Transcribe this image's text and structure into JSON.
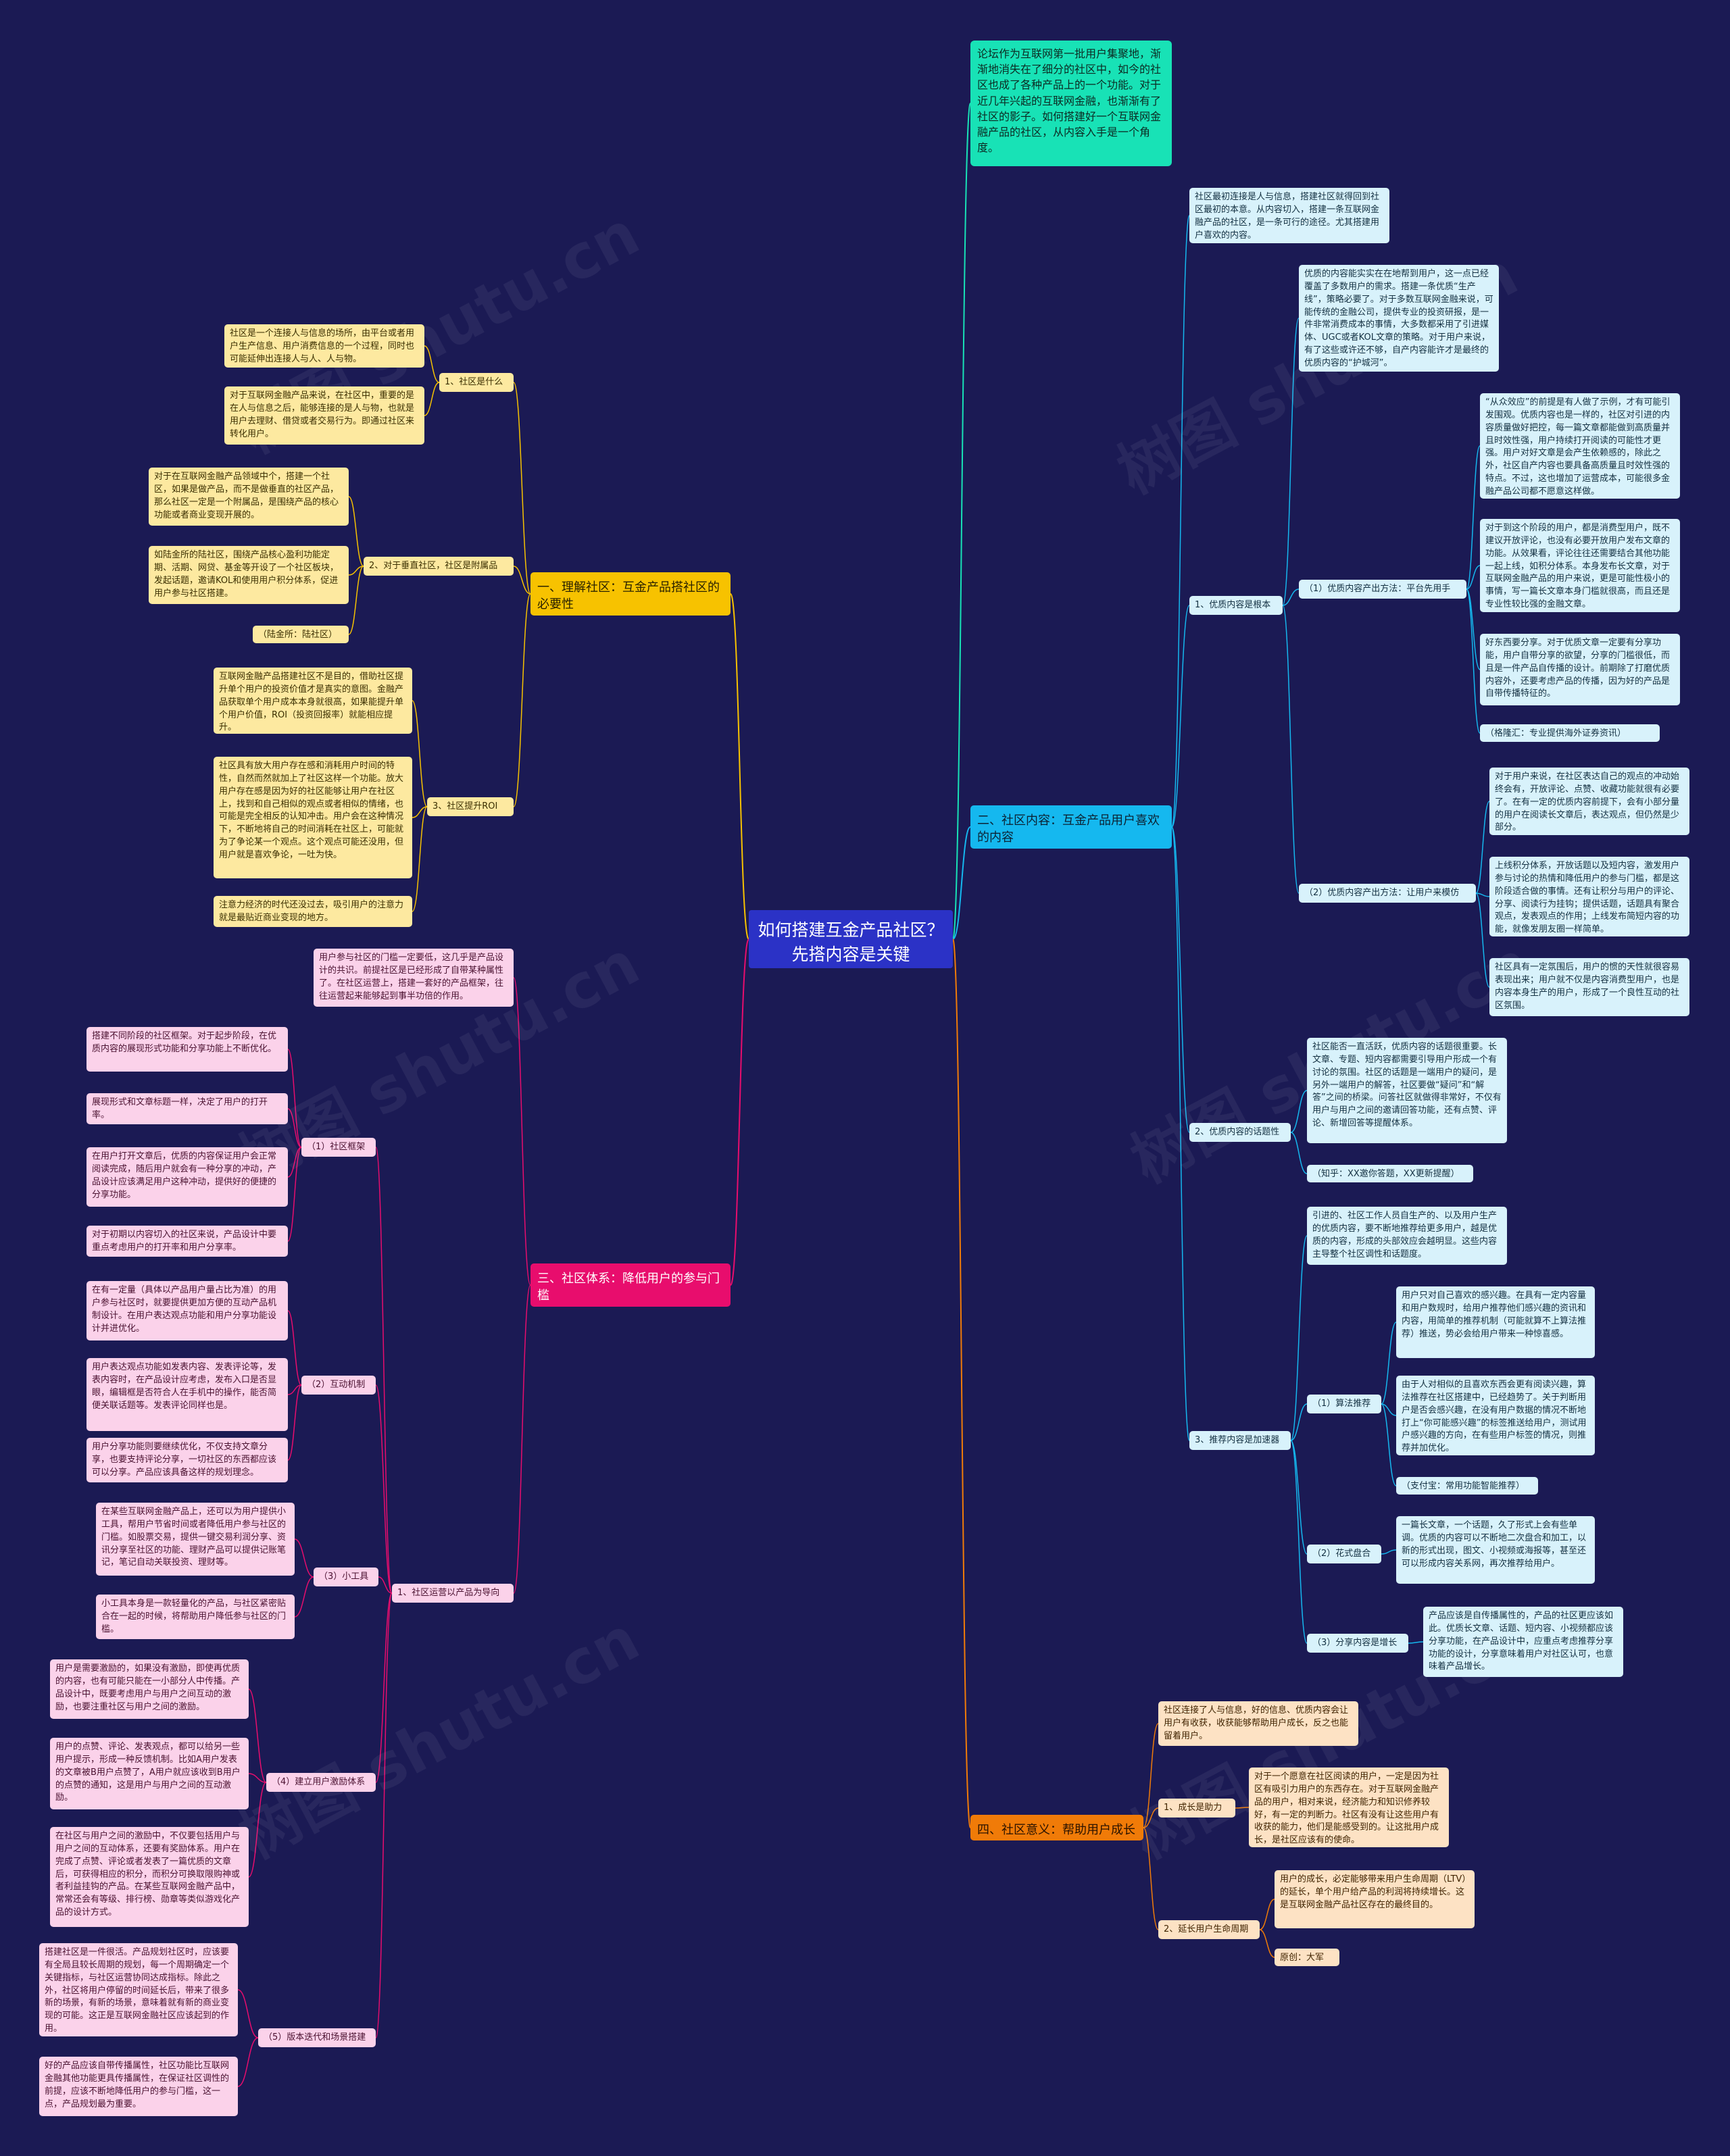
{
  "root": {
    "title": "如何搭建互金产品社区？先搭内容是关键"
  },
  "colors": {
    "background": "#1b1a54",
    "root": "#2b32c6",
    "branch1": "#f7c200",
    "branch2": "#15b8ef",
    "branch3": "#e80d6d",
    "branch4": "#f07b08",
    "intro": "#18e2b6"
  },
  "watermark": "树图 shutu.cn",
  "branches": {
    "intro": "论坛作为互联网第一批用户集聚地，渐渐地消失在了细分的社区中，如今的社区也成了各种产品上的一个功能。对于近几年兴起的互联网金融，也渐渐有了社区的影子。如何搭建好一个互联网金融产品的社区，从内容入手是一个角度。",
    "b1": {
      "title": "一、理解社区：互金产品搭社区的必要性",
      "s1": {
        "title": "1、社区是什么",
        "t1": "社区是一个连接人与信息的场所，由平台或者用户生产信息、用户消费信息的一个过程，同时也可能延伸出连接人与人、人与物。",
        "t2": "对于互联网金融产品来说，在社区中，重要的是在人与信息之后，能够连接的是人与物，也就是用户去理财、借贷或者交易行为。即通过社区来转化用户。"
      },
      "s2": {
        "title": "2、对于垂直社区，社区是附属品",
        "t1": "对于在互联网金融产品领域中个，搭建一个社区，如果是做产品，而不是做垂直的社区产品，那么社区一定是一个附属品，是围绕产品的核心功能或者商业变现开展的。",
        "t2": "如陆金所的陆社区，围绕产品核心盈利功能定期、活期、网贷、基金等开设了一个社区板块，发起话题，邀请KOL和使用用户积分体系，促进用户参与社区搭建。",
        "t3": "（陆金所：陆社区）"
      },
      "s3": {
        "title": "3、社区提升ROI",
        "t1": "互联网金融产品搭建社区不是目的，借助社区提升单个用户的投资价值才是真实的意图。金融产品获取单个用户成本本身就很高，如果能提升单个用户价值，ROI（投资回报率）就能相应提升。",
        "t2": "社区具有放大用户存在感和消耗用户时间的特性，自然而然就加上了社区这样一个功能。放大用户存在感是因为好的社区能够让用户在社区上，找到和自己相似的观点或者相似的情绪，也可能是完全相反的认知冲击。用户会在这种情况下，不断地将自己的时间消耗在社区上，可能就为了争论某一个观点。这个观点可能还没用，但用户就是喜欢争论，一吐为快。",
        "t3": "注意力经济的时代还没过去，吸引用户的注意力就是最贴近商业变现的地方。"
      }
    },
    "b2": {
      "title": "二、社区内容：互金产品用户喜欢的内容",
      "t0": "社区最初连接是人与信息，搭建社区就得回到社区最初的本意。从内容切入，搭建一条互联网金融产品的社区，是一条可行的途径。尤其搭建用户喜欢的内容。",
      "s1": {
        "title": "1、优质内容是根本",
        "t0": "优质的内容能实实在在地帮到用户，这一点已经覆盖了多数用户的需求。搭建一条优质“生产线”，策略必要了。对于多数互联网金融来说，可能传统的金融公司，提供专业的投资研报，是一件非常消费成本的事情，大多数都采用了引进媒体、UGC或者KOL文章的策略。对于用户来说，有了这些或许还不够，自产内容能许才是最终的优质内容的“护城河”。",
        "p1": {
          "title": "（1）优质内容产出方法：平台先用手",
          "t1": "“从众效应”的前提是有人做了示例，才有可能引发围观。优质内容也是一样的，社区对引进的内容质量做好把控，每一篇文章都能做到高质量并且时效性强，用户持续打开阅读的可能性才更强。用户对好文章是会产生依赖感的，除此之外，社区自产内容也要具备高质量且时效性强的特点。不过，这也增加了运营成本，可能很多金融产品公司都不愿意这样做。",
          "t2": "对于到这个阶段的用户，都是消费型用户，既不建议开放评论，也没有必要开放用户发布文章的功能。从效果看，评论往往还需要结合其他功能一起上线，如积分体系。本身发布长文章，对于互联网金融产品的用户来说，更是可能性极小的事情，写一篇长文章本身门槛就很高，而且还是专业性较比强的金融文章。",
          "t3": "好东西要分享。对于优质文章一定要有分享功能，用户自带分享的欲望，分享的门槛很低，而且是一件产品自传播的设计。前期除了打磨优质内容外，还要考虑产品的传播，因为好的产品是自带传播特征的。",
          "t4": "（格隆汇：专业提供海外证券资讯）"
        },
        "p2": {
          "title": "（2）优质内容产出方法：让用户来模仿",
          "t1": "对于用户来说，在社区表达自己的观点的冲动始终会有，开放评论、点赞、收藏功能就很有必要了。在有一定的优质内容前提下，会有小部分量的用户在阅读长文章后，表达观点，但仍然是少部分。",
          "t2": "上线积分体系，开放话题以及短内容，激发用户参与讨论的热情和降低用户的参与门槛，都是这阶段适合做的事情。还有让积分与用户的评论、分享、阅读行为挂钩；提供话题，话题具有聚合观点，发表观点的作用；上线发布简短内容的功能，就像发朋友圈一样简单。",
          "t3": "社区具有一定氛围后，用户的惯的天性就很容易表现出来；用户就不仅是内容消费型用户，也是内容本身生产的用户，形成了一个良性互动的社区氛围。"
        }
      },
      "s2": {
        "title": "2、优质内容的话题性",
        "t1": "社区能否一直活跃，优质内容的话题很重要。长文章、专题、短内容都需要引导用户形成一个有讨论的氛围。社区的话题是一端用户的疑问，是另外一端用户的解答，社区要做“疑问”和“解答”之间的桥梁。问答社区就做得非常好，不仅有用户与用户之间的邀请回答功能，还有点赞、评论、新增回答等提醒体系。",
        "t2": "（知乎：XX邀你答题，XX更新提醒）"
      },
      "s3": {
        "title": "3、推荐内容是加速器",
        "t0": "引进的、社区工作人员自生产的、以及用户生产的优质内容，要不断地推荐给更多用户，越是优质的内容，形成的头部效应会越明显。这些内容主导整个社区调性和话题度。",
        "p1": {
          "title": "（1）算法推荐",
          "t1": "用户只对自己喜欢的感兴趣。在具有一定内容量和用户数规时，给用户推荐他们感兴趣的资讯和内容，用简单的推荐机制（可能就算不上算法推荐）推送，势必会给用户带来一种惊喜感。",
          "t2": "由于人对相似的且喜欢东西会更有阅读兴趣，算法推荐在社区搭建中，已经趋势了。关于判断用户是否会感兴趣，在没有用户数据的情况不断地打上“你可能感兴趣”的标签推送给用户，测试用户感兴趣的方向，在有些用户标签的情况，则推荐并加优化。",
          "t3": "（支付宝：常用功能智能推荐）"
        },
        "p2": {
          "title": "（2）花式盘合",
          "t1": "一篇长文章，一个话题，久了形式上会有些单调。优质的内容可以不断地二次盘合和加工，以新的形式出现，图文、小视频或海报等，甚至还可以形成内容关系网，再次推荐给用户。"
        },
        "p3": {
          "title": "（3）分享内容是增长",
          "t1": "产品应该是自传播属性的，产品的社区更应该如此。优质长文章、话题、短内容、小视频都应该分享功能，在产品设计中，应重点考虑推荐分享功能的设计，分享意味着用户对社区认可，也意味着产品增长。"
        }
      }
    },
    "b3": {
      "title": "三、社区体系：降低用户的参与门槛",
      "t0": "用户参与社区的门槛一定要低，这几乎是产品设计的共识。前提社区是已经形成了自带某种属性了。在社区运营上，搭建一套好的产品框架，往往运营起来能够起到事半功倍的作用。",
      "s1": {
        "title": "1、社区运营以产品为导向",
        "p1": {
          "title": "（1）社区框架",
          "t1": "搭建不同阶段的社区框架。对于起步阶段，在优质内容的展现形式功能和分享功能上不断优化。",
          "t2": "展现形式和文章标题一样，决定了用户的打开率。",
          "t3": "在用户打开文章后，优质的内容保证用户会正常阅读完成，随后用户就会有一种分享的冲动，产品设计应该满足用户这种冲动，提供好的便捷的分享功能。",
          "t4": "对于初期以内容切入的社区来说，产品设计中要重点考虑用户的打开率和用户分享率。"
        },
        "p2": {
          "title": "（2）互动机制",
          "t1": "在有一定量（具体以产品用户量占比为准）的用户参与社区时，就要提供更加方便的互动产品机制设计。在用户表达观点功能和用户分享功能设计并进优化。",
          "t2": "用户表达观点功能如发表内容、发表评论等，发表内容时，在产品设计应考虑，发布入口是否显眼，编辑框是否符合人在手机中的操作，能否简便关联话题等。发表评论同样也是。",
          "t3": "用户分享功能则要继续优化，不仅支持文章分享，也要支持评论分享，一切社区的东西都应该可以分享。产品应该具备这样的规划理念。"
        },
        "p3": {
          "title": "（3）小工具",
          "t1": "在某些互联网金融产品上，还可以为用户提供小工具，帮用户节省时间或者降低用户参与社区的门槛。如股票交易，提供一键交易利润分享、资讯分享至社区的功能、理财产品可以提供记账笔记，笔记自动关联投资、理财等。",
          "t2": "小工具本身是一款轻量化的产品，与社区紧密贴合在一起的时候，将帮助用户降低参与社区的门槛。"
        },
        "p4": {
          "title": "（4）建立用户激励体系",
          "t1": "用户是需要激励的，如果没有激励，即使再优质的内容，也有可能只能在一小部分人中传播。产品设计中，既要考虑用户与用户之间互动的激励，也要注重社区与用户之间的激励。",
          "t2": "用户的点赞、评论、发表观点，都可以给另一些用户提示，形成一种反馈机制。比如A用户发表的文章被B用户点赞了，A用户就应该收到B用户的点赞的通知，这是用户与用户之间的互动激励。",
          "t3": "在社区与用户之间的激励中，不仅要包括用户与用户之间的互动体系，还要有奖励体系。用户在完成了点赞、评论或者发表了一篇优质的文章后，可获得相应的积分，而积分可换取限购神或者利益挂钩的产品。在某些互联网金融产品中，常常还会有等级、排行榜、勋章等类似游戏化产品的设计方式。"
        },
        "p5": {
          "title": "（5）版本迭代和场景搭建",
          "t1": "搭建社区是一件很活。产品规划社区时，应该要有全局且较长周期的规划，每一个周期确定一个关键指标，与社区运营协同达成指标。除此之外，社区将用户停留的时间延长后，带来了很多新的场景，有新的场景，意味着就有新的商业变现的可能。这正是互联网金融社区应该起到的作用。",
          "t2": "好的产品应该自带传播属性，社区功能比互联网金融其他功能更具传播属性，在保证社区调性的前提，应该不断地降低用户的参与门槛，这一点，产品规划最为重要。"
        }
      }
    },
    "b4": {
      "title": "四、社区意义：帮助用户成长",
      "t0": "社区连接了人与信息，好的信息、优质内容会让用户有收获，收获能够帮助用户成长，反之也能留着用户。",
      "s1": {
        "title": "1、成长是助力",
        "t1": "对于一个愿意在社区阅读的用户，一定是因为社区有吸引力用户的东西存在。对于互联网金融产品的用户，相对来说，经济能力和知识修养较好，有一定的判断力。社区有没有让这些用户有收获的能力，他们是能感受到的。让这批用户成长，是社区应该有的使命。"
      },
      "s2": {
        "title": "2、延长用户生命周期",
        "t1": "用户的成长，必定能够带来用户生命周期（LTV）的延长，单个用户给产品的利润将持续增长。这是互联网金融产品社区存在的最终目的。",
        "t2": "原创：大军"
      }
    }
  }
}
